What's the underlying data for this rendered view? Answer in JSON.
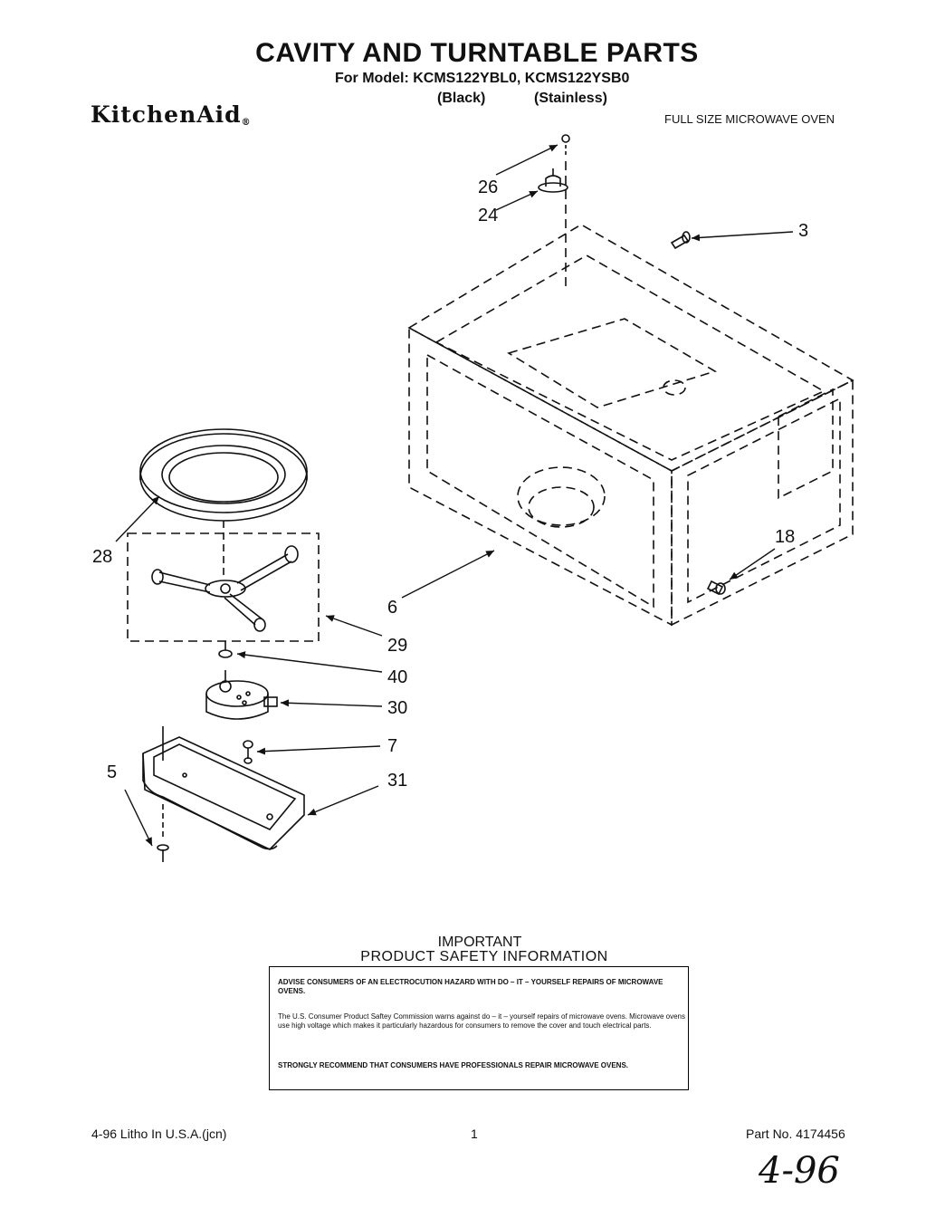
{
  "header": {
    "title": "CAVITY AND TURNTABLE PARTS",
    "model_line": "For Model: KCMS122YBL0, KCMS122YSB0",
    "variant_black": "(Black)",
    "variant_stainless": "(Stainless)",
    "brand": "KitchenAid",
    "brand_mark": "®",
    "product_type": "FULL SIZE MICROWAVE OVEN"
  },
  "callouts": {
    "c26": "26",
    "c24": "24",
    "c3": "3",
    "c28": "28",
    "c6": "6",
    "c18": "18",
    "c29": "29",
    "c40": "40",
    "c30": "30",
    "c7": "7",
    "c5": "5",
    "c31": "31"
  },
  "safety": {
    "heading1": "IMPORTANT",
    "heading2": "PRODUCT  SAFETY  INFORMATION",
    "p1": "ADVISE CONSUMERS OF AN ELECTROCUTION HAZARD WITH DO – IT – YOURSELF REPAIRS OF MICROWAVE OVENS.",
    "p2": "The U.S. Consumer Product Saftey Commission warns against do – it – yourself repairs of microwave ovens. Microwave ovens use high voltage which makes it particularly hazardous for consumers to remove the cover and touch electrical parts.",
    "p3": "STRONGLY RECOMMEND THAT CONSUMERS HAVE PROFESSIONALS REPAIR MICROWAVE OVENS."
  },
  "footer": {
    "litho": "4-96 Litho In U.S.A.(jcn)",
    "page": "1",
    "part_no": "Part No. 4174456",
    "handwritten": "4-96"
  }
}
